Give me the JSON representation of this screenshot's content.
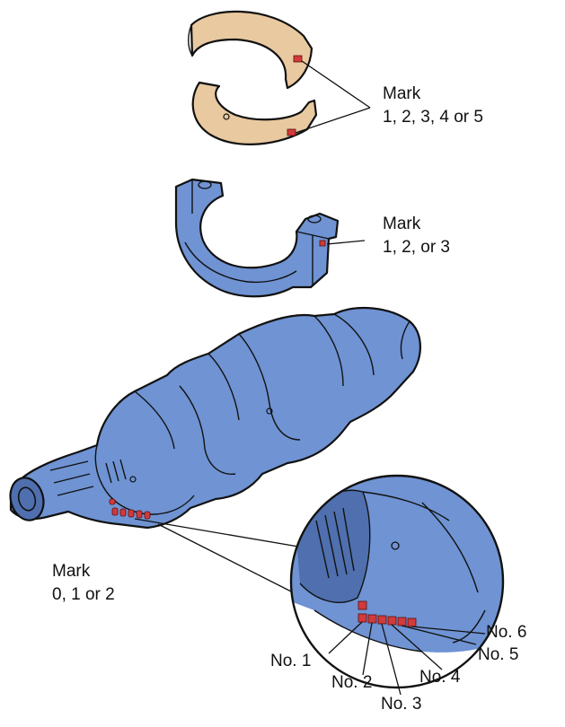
{
  "colors": {
    "bearing": "#e9c9a0",
    "metal": "#6f93d3",
    "metal_dark": "#4f6fae",
    "mark": "#d33a3a",
    "outline": "#111111"
  },
  "labels": {
    "bearing_mark_title": "Mark",
    "bearing_mark_values": "1, 2, 3, 4 or 5",
    "cap_mark_title": "Mark",
    "cap_mark_values": "1, 2, or 3",
    "crank_mark_title": "Mark",
    "crank_mark_values": "0, 1 or 2",
    "journal_numbers": [
      "No. 1",
      "No. 2",
      "No. 3",
      "No. 4",
      "No. 5",
      "No. 6"
    ]
  },
  "parts": [
    "bearing-shell-pair",
    "bearing-cap",
    "crankshaft",
    "detail-magnifier"
  ]
}
